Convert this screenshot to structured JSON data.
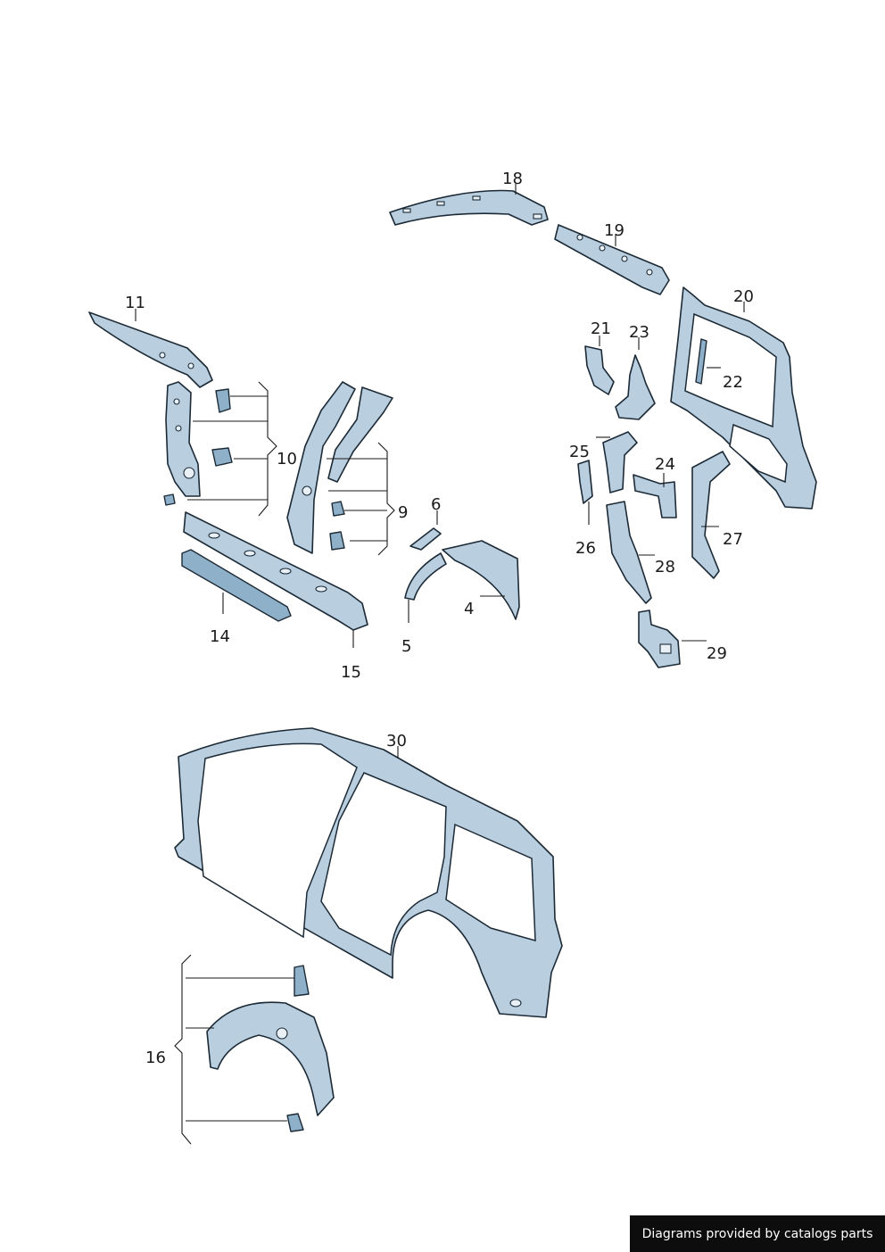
{
  "credit": "Diagrams provided by catalogs parts",
  "callouts": {
    "c4": "4",
    "c5": "5",
    "c6": "6",
    "c9": "9",
    "c10": "10",
    "c11": "11",
    "c14": "14",
    "c15": "15",
    "c16": "16",
    "c18": "18",
    "c19": "19",
    "c20": "20",
    "c21": "21",
    "c22": "22",
    "c23": "23",
    "c24": "24",
    "c25": "25",
    "c26": "26",
    "c27": "27",
    "c28": "28",
    "c29": "29",
    "c30": "30"
  },
  "colors": {
    "part_fill": "#b9cfe0",
    "part_shade": "#8fb0c9",
    "outline": "#1c2a36"
  }
}
